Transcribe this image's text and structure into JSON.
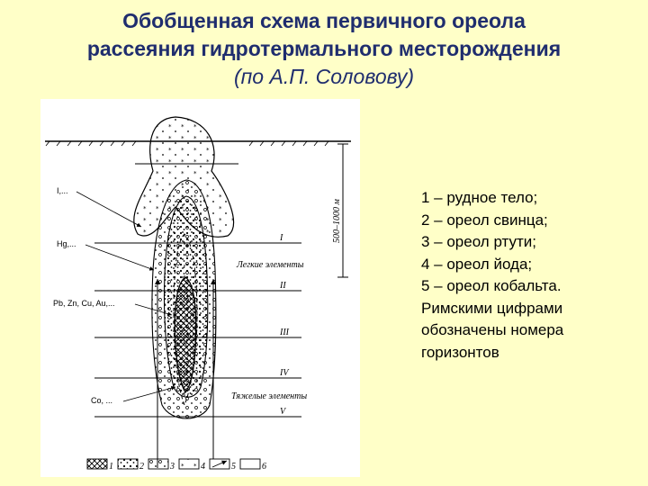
{
  "title": {
    "line1": "Обобщенная схема первичного ореола",
    "line2": "рассеяния гидротермального месторождения",
    "line3": "(по А.П. Соловову)"
  },
  "figure": {
    "left_labels": {
      "iodine": "I,...",
      "mercury": "Hg,...",
      "polymetal": "Pb, Zn, Cu, Au,...",
      "cobalt": "Co, ..."
    },
    "horizons": [
      "I",
      "II",
      "III",
      "IV",
      "V"
    ],
    "light_elements": "Легкие элементы",
    "heavy_elements": "Тяжелые элементы",
    "depth_scale": "500–1000 м",
    "legend_numbers": [
      "1",
      "2",
      "3",
      "4",
      "5",
      "6"
    ]
  },
  "legend": {
    "items": [
      "1 – рудное тело;",
      "2 – ореол свинца;",
      "3 – ореол ртути;",
      "4 – ореол йода;",
      "5 – ореол кобальта."
    ],
    "note_lines": [
      "Римскими цифрами",
      "обозначены номера",
      "горизонтов"
    ]
  }
}
